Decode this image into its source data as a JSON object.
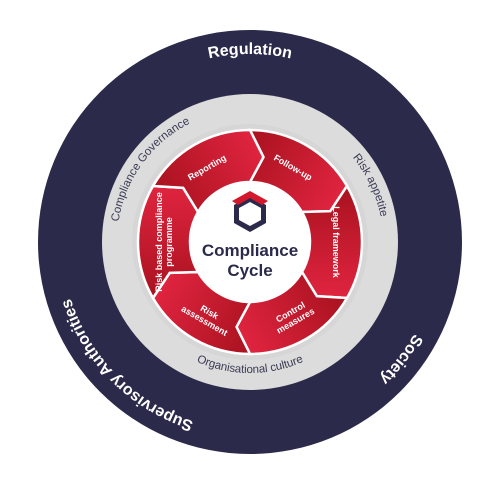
{
  "colors": {
    "outer_ring": "#2b2a4a",
    "middle_ring": "#dcdcdc",
    "red_dark": "#a8121f",
    "red_light": "#e0243f",
    "center": "#ffffff",
    "logo_dark": "#2b2a4a",
    "logo_red": "#d2182a"
  },
  "outer": {
    "top": "Regulation",
    "left": "Supervisory Authorities",
    "right": "Society"
  },
  "middle": {
    "top_left": "Compliance Governance",
    "top_right": "Risk appetite",
    "bottom": "Organisational culture"
  },
  "cycle": {
    "segments": [
      {
        "lines": [
          "Follow-up"
        ]
      },
      {
        "lines": [
          "Legal framework"
        ]
      },
      {
        "lines": [
          "Control",
          "measures"
        ]
      },
      {
        "lines": [
          "Risk",
          "assessment"
        ]
      },
      {
        "lines": [
          "Risk based compliance",
          "programme"
        ]
      },
      {
        "lines": [
          "Reporting"
        ]
      }
    ]
  },
  "center": {
    "logo": "hexagon-logo-icon",
    "title_line1": "Compliance",
    "title_line2": "Cycle"
  }
}
